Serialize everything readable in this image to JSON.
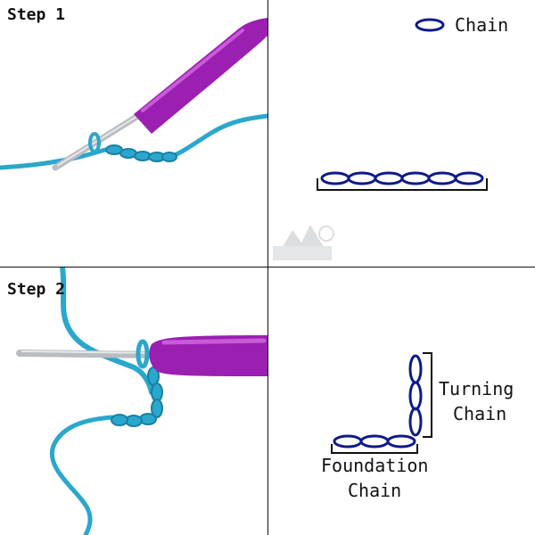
{
  "panels": {
    "step1": {
      "label": "Step 1"
    },
    "step2": {
      "label": "Step 2"
    }
  },
  "legend": {
    "label": "Chain",
    "icon": "chain-stitch-icon"
  },
  "diagram2": {
    "turning_label": [
      "Turning",
      "Chain"
    ],
    "foundation_label": [
      "Foundation",
      "Chain"
    ]
  },
  "diagram1": {
    "chain_count": 6
  },
  "colors": {
    "yarn": "#2aa7cc",
    "yarn_dark": "#1a7fa3",
    "hook_handle": "#9b1fb0",
    "hook_metal": "#b9bcc0",
    "stitch_symbol": "#0d1a8c",
    "divider": "#111111"
  }
}
